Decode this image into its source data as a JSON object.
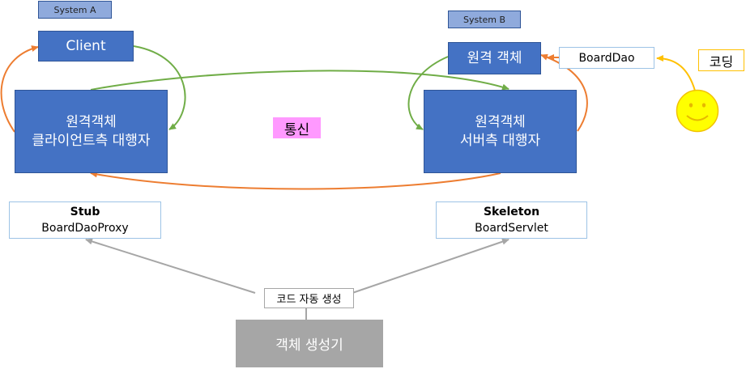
{
  "system_a": {
    "label": "System A"
  },
  "system_b": {
    "label": "System B"
  },
  "client": {
    "label": "Client"
  },
  "client_proxy": {
    "line1": "원격객체",
    "line2": "클라이언트측 대행자"
  },
  "remote_object": {
    "label": "원격 객체"
  },
  "server_proxy": {
    "line1": "원격객체",
    "line2": "서버측 대행자"
  },
  "board_dao": {
    "label": "BoardDao"
  },
  "coding": {
    "label": "코딩"
  },
  "communication": {
    "label": "통신"
  },
  "stub": {
    "title": "Stub",
    "name": "BoardDaoProxy"
  },
  "skeleton": {
    "title": "Skeleton",
    "name": "BoardServlet"
  },
  "codegen": {
    "label": "코드 자동 생성"
  },
  "generator": {
    "label": "객체 생성기"
  },
  "colors": {
    "box_blue": "#4472c4",
    "arrow_green": "#70ad47",
    "arrow_orange": "#ed7d31",
    "arrow_gray": "#a6a6a6",
    "smiley": "#ffff00"
  },
  "icons": {
    "smiley": "smiley-face-icon"
  }
}
